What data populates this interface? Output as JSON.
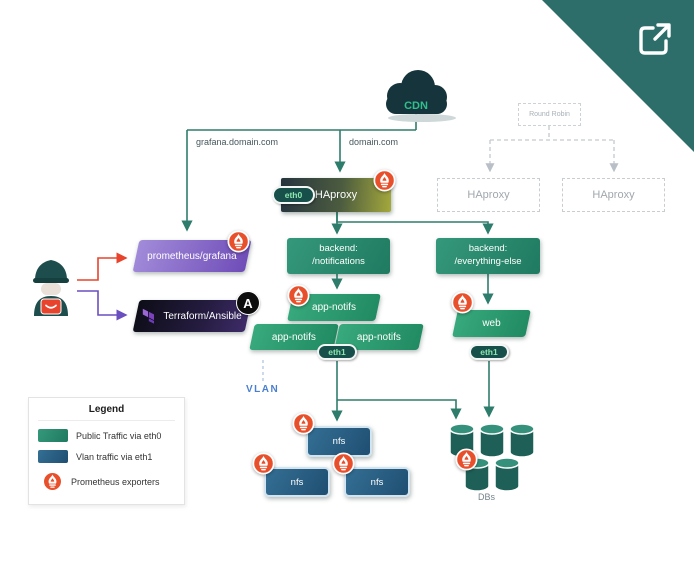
{
  "cloud": {
    "label": "CDN"
  },
  "edge_labels": {
    "grafana_domain": "grafana.domain.com",
    "domain": "domain.com"
  },
  "round_robin": {
    "label": "Round Robin"
  },
  "haproxy": {
    "main": "HAproxy",
    "standby1": "HAproxy",
    "standby2": "HAproxy",
    "eth0": "eth0"
  },
  "monitoring": {
    "prometheus_grafana": "prometheus/grafana",
    "terraform_ansible": "Terraform/Ansible"
  },
  "icons": {
    "ansible_glyph": "A"
  },
  "backends": {
    "notifications": {
      "line1": "backend:",
      "line2": "/notifications"
    },
    "everything_else": {
      "line1": "backend:",
      "line2": "/everything-else"
    }
  },
  "apps": {
    "app1": "app-notifs",
    "app2": "app-notifs",
    "app3": "app-notifs",
    "web": "web",
    "eth1_app": "eth1",
    "eth1_web": "eth1"
  },
  "vlan_label": "VLAN",
  "storage": {
    "nfs1": "nfs",
    "nfs2": "nfs",
    "nfs3": "nfs",
    "dbs_label": "DBs"
  },
  "legend": {
    "title": "Legend",
    "items": [
      {
        "label": "Public Traffic via eth0",
        "color": "#2e8b70"
      },
      {
        "label": "Vlan traffic via eth1",
        "color": "#2d6388"
      },
      {
        "label": "Prometheus exporters",
        "color": "#e8502c"
      }
    ]
  },
  "colors": {
    "line_teal": "#2e7d6c",
    "corner_teal": "#2d6e6b",
    "prometheus_red": "#e8502c",
    "user_to_grafana_arrow": "#e8432c",
    "user_to_terraform_arrow": "#6a4fc0",
    "vlan_text": "#4a7fd0",
    "cdn_text": "#2fc08c"
  }
}
